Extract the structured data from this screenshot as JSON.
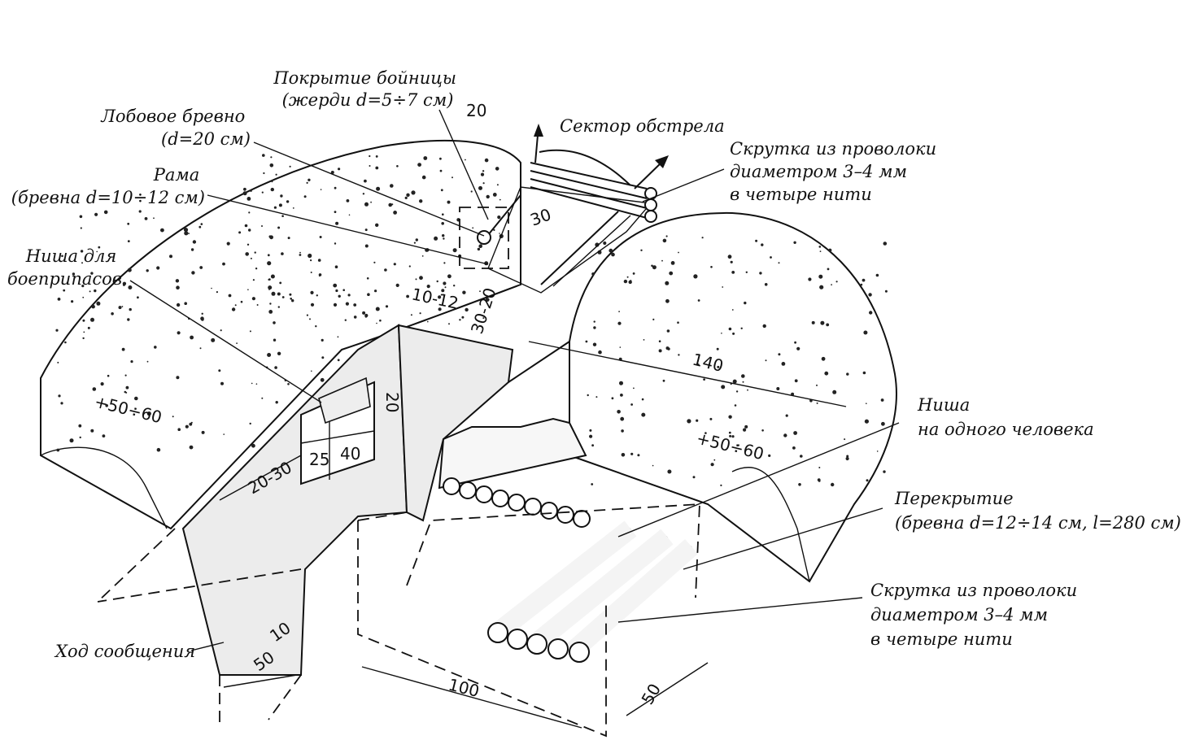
{
  "labels": {
    "embrasure_cover": [
      "Покрытие бойницы",
      "(жерди d=5÷7 см)"
    ],
    "front_log": [
      "Лобовое бревно",
      "(d=20 см)"
    ],
    "frame": [
      "Рама",
      "(бревна d=10÷12 см)"
    ],
    "ammo_niche": [
      "Ниша для",
      "боеприпасов"
    ],
    "fire_sector": "Сектор обстрела",
    "wire_twist_top": [
      "Скрутка из проволоки",
      "диаметром 3–4 мм",
      "в четыре нити"
    ],
    "person_niche": [
      "Ниша",
      "на одного человека"
    ],
    "overlap": [
      "Перекрытие",
      "(бревна d=12÷14 см, l=280 см)"
    ],
    "wire_twist_bottom": [
      "Скрутка из проволоки",
      "диаметром 3–4 мм",
      "в четыре нити"
    ],
    "communication_trench": "Ход сообщения"
  },
  "dimensions": {
    "d20_top": "20",
    "d30": "30",
    "d10_12": "10-12",
    "d30_20": "30-20",
    "d140": "140",
    "d50_60_left": "+50÷60",
    "d50_60_right": "+50÷60",
    "d20_niche": "20",
    "d25": "25",
    "d40": "40",
    "d20_30": "20-30",
    "d100": "100",
    "d50_right": "50",
    "d50_trench": "50",
    "d10_trench": "10"
  },
  "colors": {
    "ink": "#111111",
    "paper": "#ffffff"
  }
}
